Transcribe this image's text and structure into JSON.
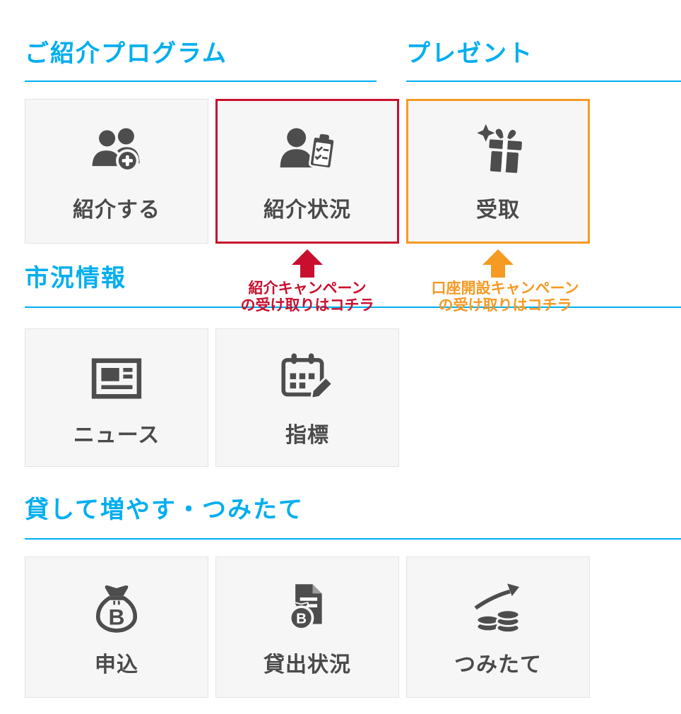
{
  "page": {
    "sections": {
      "referral": {
        "title": "ご紹介プログラム"
      },
      "present": {
        "title": "プレゼント"
      },
      "market": {
        "title": "市況情報"
      },
      "savings": {
        "title": "貸して増やす・つみたて"
      }
    },
    "tiles": {
      "refer": {
        "label": "紹介する",
        "icon": "people-add-icon"
      },
      "referral_status": {
        "label": "紹介状況",
        "icon": "person-checklist-icon"
      },
      "receive": {
        "label": "受取",
        "icon": "gift-icon"
      },
      "news": {
        "label": "ニュース",
        "icon": "newspaper-icon"
      },
      "indicators": {
        "label": "指標",
        "icon": "calendar-pencil-icon"
      },
      "apply": {
        "label": "申込",
        "icon": "money-bag-bitcoin-icon"
      },
      "lending_status": {
        "label": "貸出状況",
        "icon": "document-money-bag-icon"
      },
      "tsumitate": {
        "label": "つみたて",
        "icon": "coins-growth-icon"
      }
    },
    "callouts": {
      "referral_campaign": {
        "line1": "紹介キャンペーン",
        "line2": "の受け取りはコチラ"
      },
      "account_campaign": {
        "line1": "口座開設キャンペーン",
        "line2": "の受け取りはコチラ"
      }
    },
    "icons": {
      "bitcoin_glyph": "B"
    },
    "colors": {
      "accent": "#00aeef",
      "campaign_red": "#c8102e",
      "campaign_orange": "#f59a23",
      "tile_bg": "#f6f6f6",
      "tile_border": "#e3e3e3",
      "icon": "#4d4d4d",
      "label": "#4a4a4a"
    }
  }
}
